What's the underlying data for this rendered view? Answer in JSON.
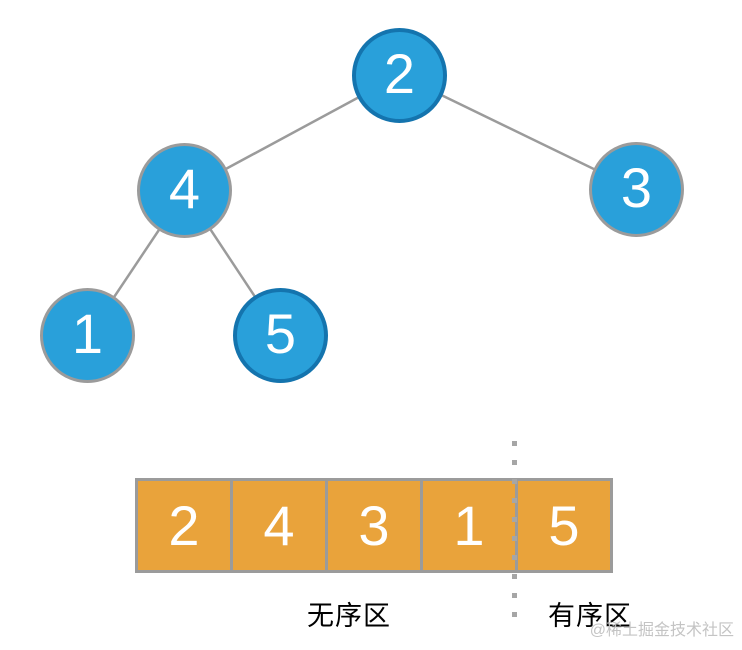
{
  "diagram": {
    "type": "heap-sort-visualization"
  },
  "tree": {
    "nodes": [
      {
        "id": "root",
        "value": "2",
        "highlighted": true
      },
      {
        "id": "left",
        "value": "4",
        "highlighted": false
      },
      {
        "id": "right",
        "value": "3",
        "highlighted": false
      },
      {
        "id": "left-left",
        "value": "1",
        "highlighted": false
      },
      {
        "id": "left-right",
        "value": "5",
        "highlighted": true
      }
    ],
    "edges": [
      [
        "2",
        "4"
      ],
      [
        "2",
        "3"
      ],
      [
        "4",
        "1"
      ],
      [
        "4",
        "5"
      ]
    ]
  },
  "array": {
    "cells": [
      "2",
      "4",
      "3",
      "1",
      "5"
    ],
    "divider_after_index": 3
  },
  "regions": {
    "unordered_label": "无序区",
    "ordered_label": "有序区"
  },
  "watermark": "@稀土掘金技术社区",
  "colors": {
    "node_fill": "#29a0da",
    "node_border_highlight": "#1474ae",
    "node_border_normal": "#9b9b9b",
    "edge": "#9b9b9b",
    "cell_fill": "#e9a33b",
    "cell_border": "#9b9b9b",
    "divider_dots": "#a6a6a6",
    "value_text": "#ffffff",
    "label_text": "#000000",
    "watermark_text": "#c4c4c4"
  }
}
